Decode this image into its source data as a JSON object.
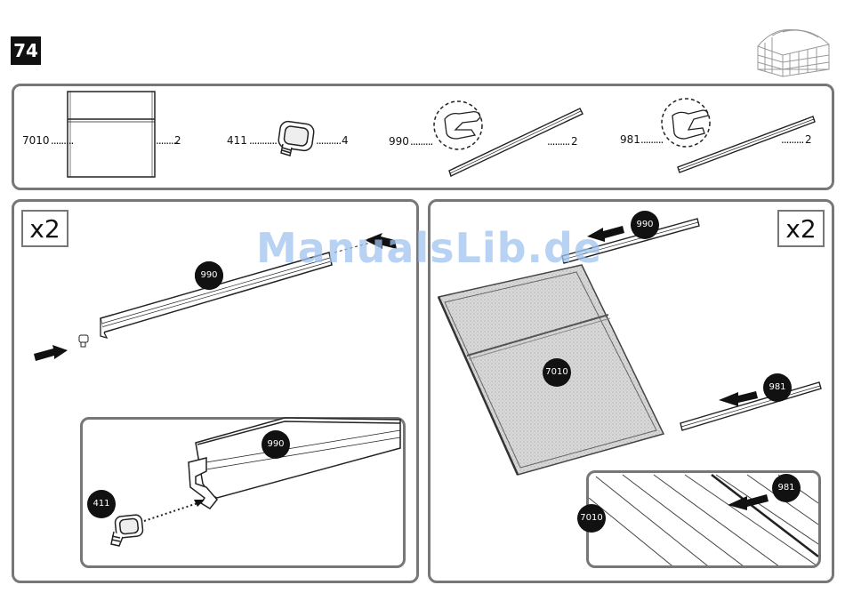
{
  "step_number": "74",
  "parts": [
    {
      "id": "7010",
      "qty": "2",
      "icon": "panel-sheet-icon"
    },
    {
      "id": "411",
      "qty": "4",
      "icon": "end-cap-icon"
    },
    {
      "id": "990",
      "qty": "2",
      "icon": "profile-rail-icon"
    },
    {
      "id": "981",
      "qty": "2",
      "icon": "profile-rail-icon"
    }
  ],
  "left_step": {
    "multiplier": "x2",
    "rail_callout": "990",
    "detail": {
      "rail_callout": "990",
      "cap_callout": "411"
    }
  },
  "right_step": {
    "multiplier": "x2",
    "rail_callout": "990",
    "panel_callout": "7010",
    "side_rail_callout": "981",
    "detail": {
      "panel_callout": "7010",
      "rail_callout": "981"
    }
  },
  "watermark": "ManualsLib.de",
  "colors": {
    "border": "#777777",
    "callout": "#111111",
    "watermark": "#9fc3ee"
  }
}
